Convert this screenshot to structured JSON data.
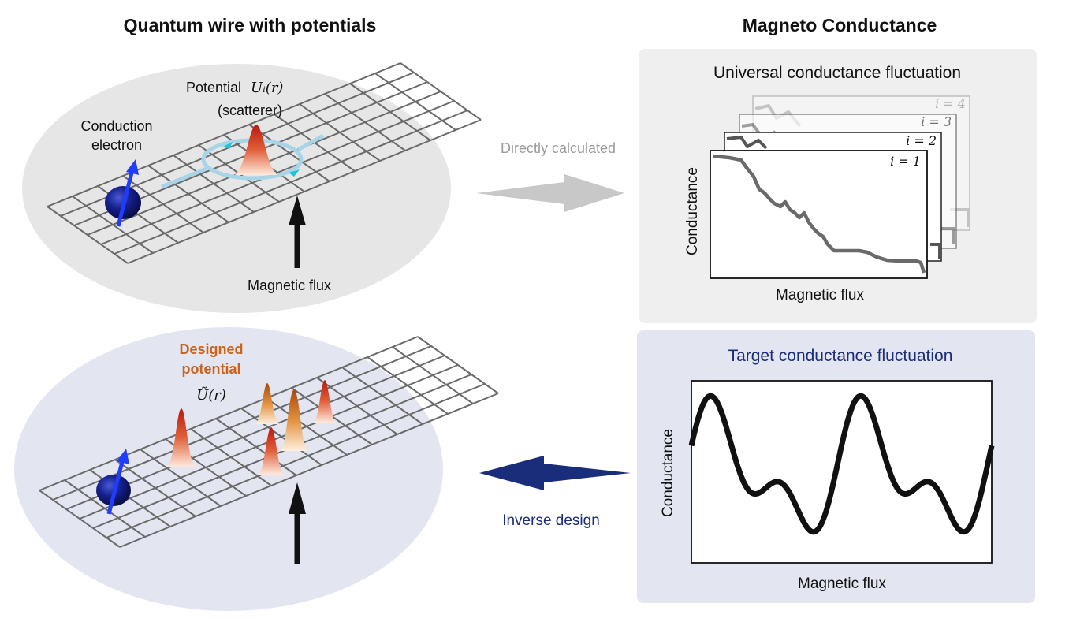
{
  "headers": {
    "left": "Quantum wire with potentials",
    "right": "Magneto Conductance"
  },
  "top_left": {
    "potential_label": "Potential",
    "potential_math": "Uᵢ(r)",
    "scatterer_label": "(scatterer)",
    "electron_label_line1": "Conduction",
    "electron_label_line2": "electron",
    "flux_label": "Magnetic flux"
  },
  "bottom_left": {
    "designed_line1": "Designed",
    "designed_line2": "potential",
    "designed_math": "Ũ(r)"
  },
  "arrows": {
    "forward_label": "Directly calculated",
    "inverse_label": "Inverse design"
  },
  "ucf_panel": {
    "title": "Universal conductance fluctuation",
    "index_labels": [
      "i = 1",
      "i = 2",
      "i = 3",
      "i = 4"
    ],
    "ylabel": "Conductance",
    "xlabel": "Magnetic flux"
  },
  "target_panel": {
    "title": "Target conductance fluctuation",
    "ylabel": "Conductance",
    "xlabel": "Magnetic flux"
  },
  "colors": {
    "ellipse_top": "#e6e6e6",
    "ellipse_bottom": "#e3e5f0",
    "panel_top": "#efefef",
    "panel_bottom": "#e3e5f0",
    "navy": "#1a2d7a",
    "arrow_gray": "#c8c8c8",
    "designed_orange": "#c8641e",
    "electron": "#0a1a80",
    "spin": "#1f3cff",
    "orbit": "#a8d4e8"
  }
}
